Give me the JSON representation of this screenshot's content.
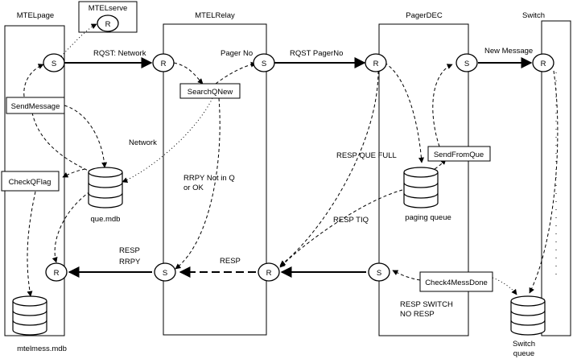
{
  "columns": {
    "mtelpage": "MTELpage",
    "mtelrelay": "MTELRelay",
    "pagerdec": "PagerDEC",
    "switch": "Switch"
  },
  "mtelserve": {
    "title": "MTELserve",
    "node": "R"
  },
  "nodes": {
    "s_page_top": "S",
    "r_relay_top": "R",
    "s_relay_top": "S",
    "r_dec_top": "R",
    "s_dec_top": "S",
    "r_switch": "R",
    "r_page_bottom": "R",
    "s_relay_bottom": "S",
    "r_relay_bottom": "R",
    "s_dec_bottom": "S"
  },
  "boxes": {
    "send_message": "SendMessage",
    "check_q_flag": "CheckQFlag",
    "search_q_new": "SearchQNew",
    "send_from_que": "SendFromQue",
    "check4_mess_done": "Check4MessDone"
  },
  "databases": {
    "que_mdb": "que.mdb",
    "paging_queue": "paging queue",
    "mtelmess_mdb": "mtelmess.mdb",
    "switch_queue_line1": "Switch",
    "switch_queue_line2": "queue"
  },
  "labels": {
    "rqst_network": "RQST: Network",
    "pager_no": "Pager No",
    "rqst_pager_no": "RQST PagerNo",
    "new_message": "New Message",
    "network": "Network",
    "resp_que_full": "RESP QUE FULL",
    "rrpy_not_in_q": "RRPY Not in Q",
    "or_ok": "or OK",
    "resp_tiq": "RESP TIQ",
    "resp_left": "RESP",
    "rrpy_left": "RRPY",
    "resp_mid": "RESP",
    "resp_switch": "RESP SWITCH",
    "no_resp": "NO RESP"
  }
}
